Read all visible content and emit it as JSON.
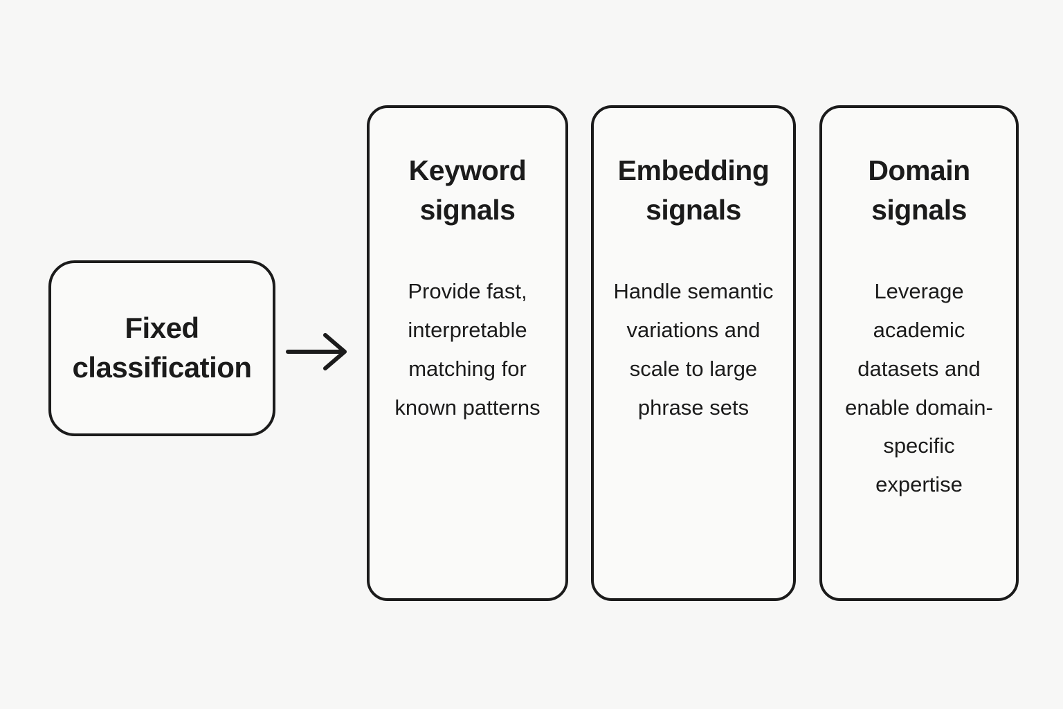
{
  "diagram": {
    "type": "flow",
    "source": {
      "label": "Fixed classification"
    },
    "connector": {
      "kind": "right-arrow",
      "color": "#1b1b1b"
    },
    "cards": [
      {
        "title": "Keyword signals",
        "body": "Provide fast, interpretable matching for known patterns"
      },
      {
        "title": "Embedding signals",
        "body": "Handle semantic variations and scale to large phrase sets"
      },
      {
        "title": "Domain signals",
        "body": "Leverage academic datasets and enable domain-specific expertise"
      }
    ],
    "colors": {
      "background": "#f7f7f6",
      "card_background": "#fafaf9",
      "border": "#1b1b1b",
      "text": "#1b1b1b"
    }
  }
}
